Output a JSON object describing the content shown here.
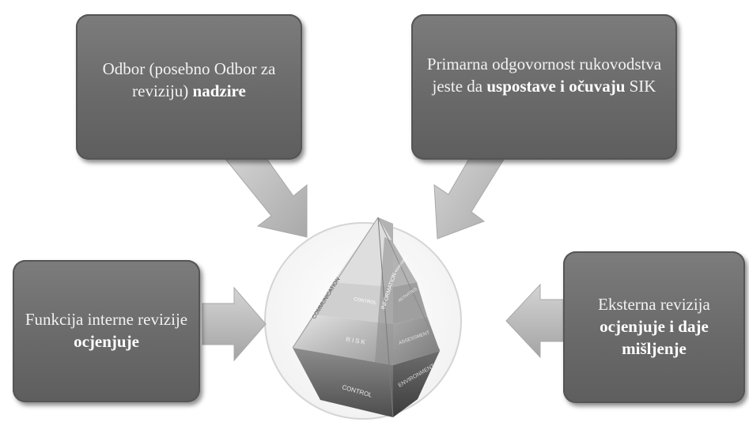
{
  "boxes": {
    "top_left": {
      "text_plain": "Odbor (posebno Odbor za reviziju) ",
      "text_bold": "nadzire"
    },
    "top_right": {
      "text_plain": "Primarna odgovornost rukovodstva jeste da ",
      "text_bold": "uspostave i očuvaju",
      "text_tail": " SIK"
    },
    "left": {
      "text_plain": "Funkcija interne revizije ",
      "text_bold": "ocjenjuje"
    },
    "right": {
      "text_plain": "Eksterna revizija ",
      "text_bold": "ocjenjuje i daje mišljenje"
    }
  },
  "pyramid": {
    "base_front": "CONTROL",
    "base_side": "ENVIRONMENT",
    "mid_front": "RISK",
    "mid_side": "ASSESSMENT",
    "upper_front": "CONTROL",
    "upper_side": "ACTIVITIES",
    "edge_left": "COMMUNICATION",
    "edge_right": "INFORMATION",
    "top_side": "MONITORING"
  },
  "colors": {
    "box_fill": "#6e6e6e",
    "arrow_fill": "#c2c2c2",
    "circle_border": "#d4d4d4"
  }
}
